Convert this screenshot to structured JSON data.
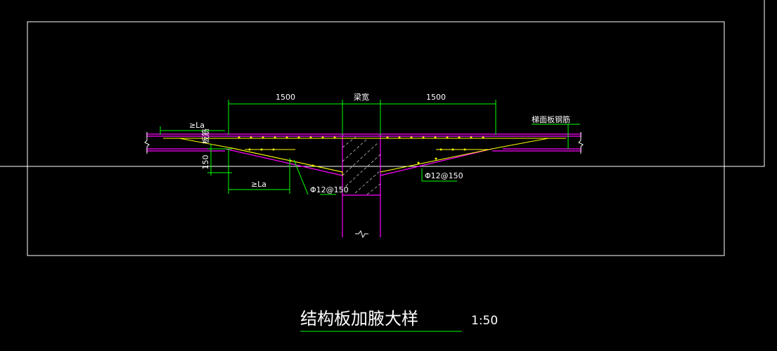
{
  "drawing": {
    "title": "结构板加腋大样",
    "scale": "1:50"
  },
  "dimensions": {
    "left_span": "1500",
    "right_span": "1500",
    "beam_width": "梁宽",
    "anchor_top": "≥La",
    "anchor_bottom": "≥La",
    "haunch_depth": "150"
  },
  "annotations": {
    "rebar_left": "Φ12@150",
    "rebar_right": "Φ12@150",
    "top_rebar": "梯面板钢筋",
    "slab_rebar_vertical": "板筋"
  },
  "colors": {
    "background": "#000000",
    "frame": "#ffffff",
    "concrete": "#ff00ff",
    "rebar": "#ffff00",
    "dimension": "#00ff00",
    "text": "#ffffff"
  }
}
